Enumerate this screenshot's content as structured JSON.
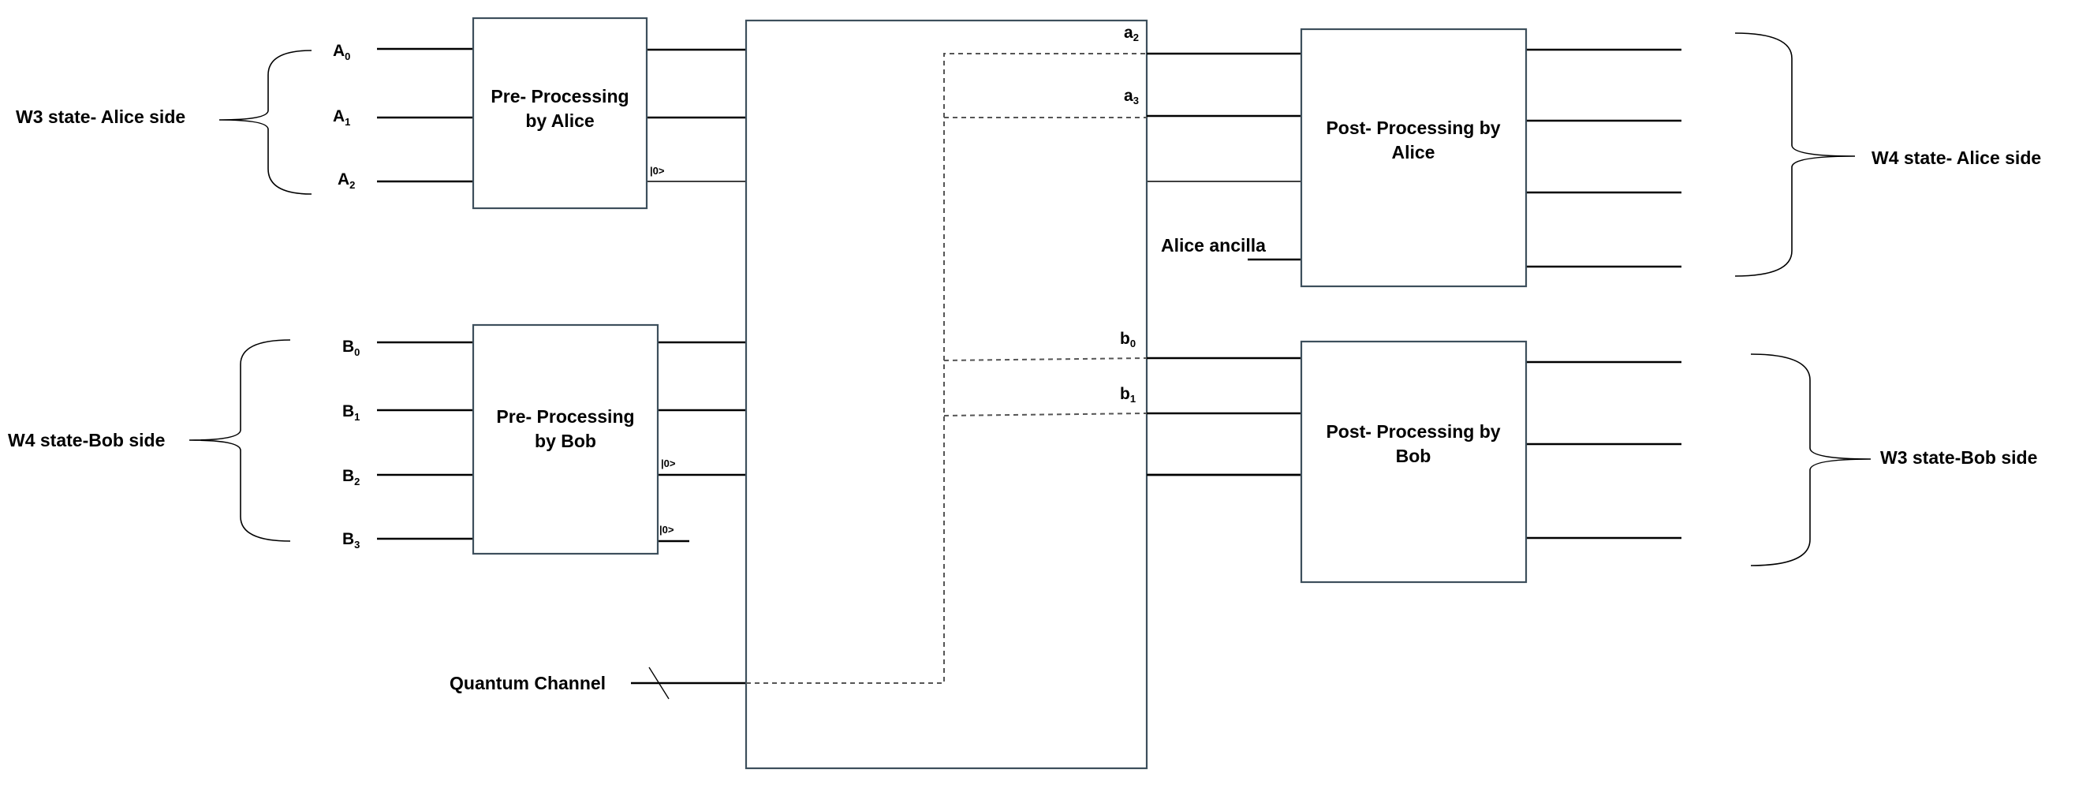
{
  "groups": {
    "alice_w3": "W3 state- Alice side",
    "bob_w4": "W4 state-Bob side",
    "alice_w4": "W4 state- Alice side",
    "bob_w3": "W3 state-Bob side"
  },
  "inputs": {
    "alice": [
      {
        "base": "A",
        "sub": "0"
      },
      {
        "base": "A",
        "sub": "1"
      },
      {
        "base": "A",
        "sub": "2"
      }
    ],
    "bob": [
      {
        "base": "B",
        "sub": "0"
      },
      {
        "base": "B",
        "sub": "1"
      },
      {
        "base": "B",
        "sub": "2"
      },
      {
        "base": "B",
        "sub": "3"
      }
    ]
  },
  "boxes": {
    "pre_alice": [
      "Pre- Processing",
      "by Alice"
    ],
    "pre_bob": [
      "Pre- Processing",
      "by Bob"
    ],
    "post_alice": [
      "Post- Processing by",
      "Alice"
    ],
    "post_bob": [
      "Post- Processing by",
      "Bob"
    ]
  },
  "channel_outputs": [
    {
      "base": "a",
      "sub": "2"
    },
    {
      "base": "a",
      "sub": "3"
    },
    {
      "base": "b",
      "sub": "0"
    },
    {
      "base": "b",
      "sub": "1"
    }
  ],
  "ancilla_state": "|0>",
  "alice_ancilla": "Alice ancilla",
  "quantum_channel": "Quantum Channel"
}
